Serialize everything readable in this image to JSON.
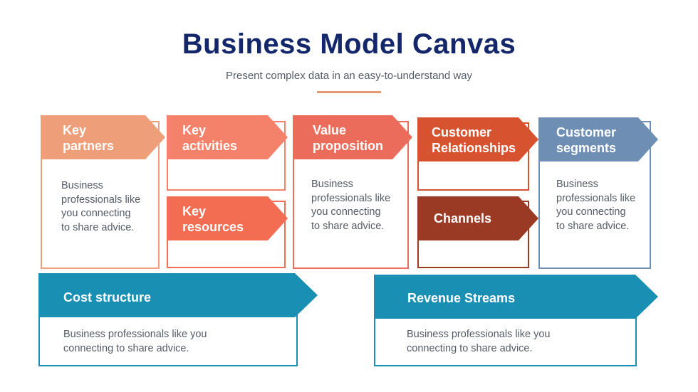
{
  "header": {
    "title": "Business Model Canvas",
    "subtitle": "Present complex data in an easy-to-understand way"
  },
  "blocks": {
    "key_partners": {
      "label": "Key\npartners",
      "text": "Business\nprofessionals like\nyou connecting\nto share advice.",
      "color": "#ee9e78"
    },
    "key_activities": {
      "label": "Key\nactivities",
      "color": "#f4826a"
    },
    "key_resources": {
      "label": "Key\nresources",
      "color": "#f26d52"
    },
    "value_proposition": {
      "label": "Value\nproposition",
      "text": "Business\nprofessionals like\nyou connecting\nto share advice.",
      "color": "#ec6c5c"
    },
    "customer_relationships": {
      "label": "Customer\nRelationships",
      "color": "#d7532f"
    },
    "channels": {
      "label": "Channels",
      "color": "#9b3a24"
    },
    "customer_segments": {
      "label": "Customer\nsegments",
      "text": "Business\nprofessionals like\nyou connecting\nto share advice.",
      "color": "#6e8fb3"
    },
    "cost_structure": {
      "label": "Cost structure",
      "text": "Business professionals like you\nconnecting to share advice.",
      "color": "#1a8fb4"
    },
    "revenue_streams": {
      "label": "Revenue Streams",
      "text": "Business professionals like you\nconnecting to share advice.",
      "color": "#1a8fb4"
    }
  }
}
